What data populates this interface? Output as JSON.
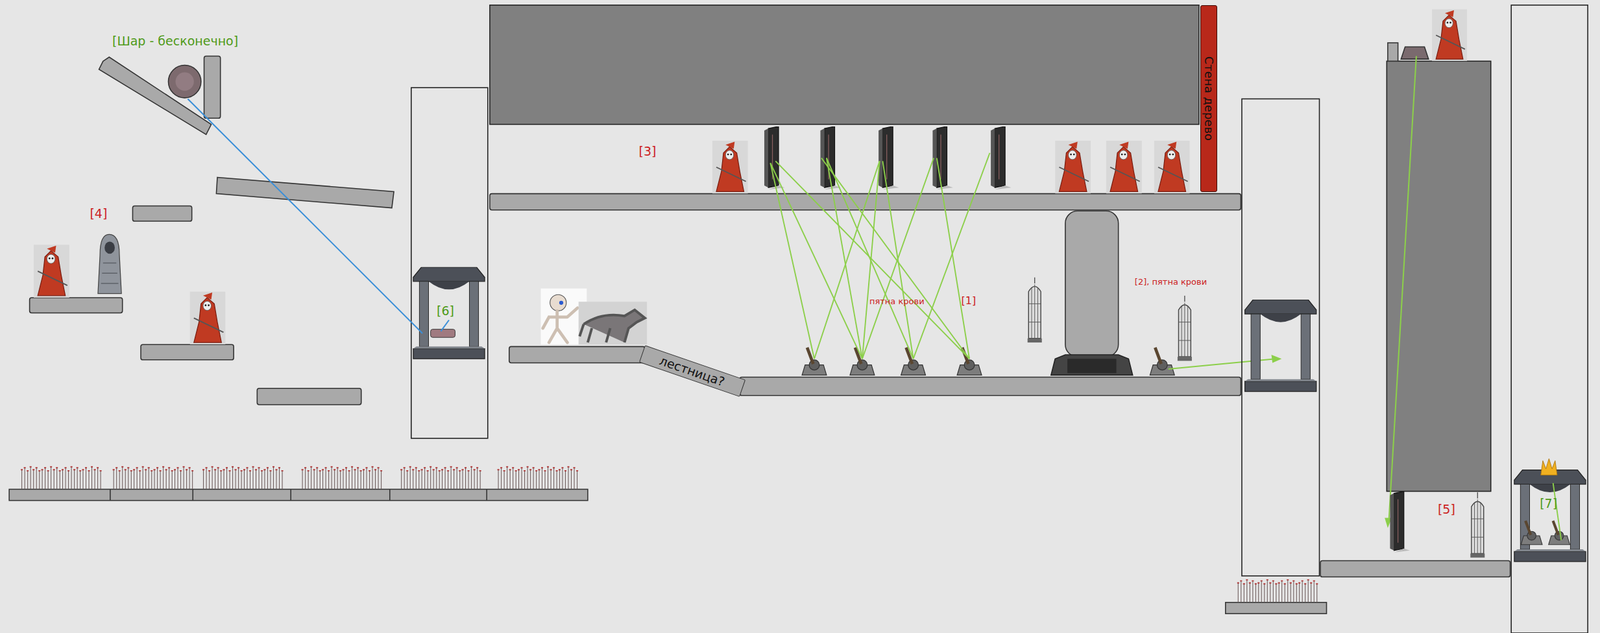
{
  "diagram": {
    "nodes": [
      {
        "text": [
          "Стена дерево"
        ]
      },
      {
        "text": [
          "лестница?"
        ]
      }
    ],
    "edges": [],
    "labels": [
      "[Шар - бесконечно]",
      "[4]",
      "[6]",
      "[3]",
      "пятна крови",
      "[1]",
      "[2], пятна крови",
      "[5]",
      "[7]"
    ]
  }
}
